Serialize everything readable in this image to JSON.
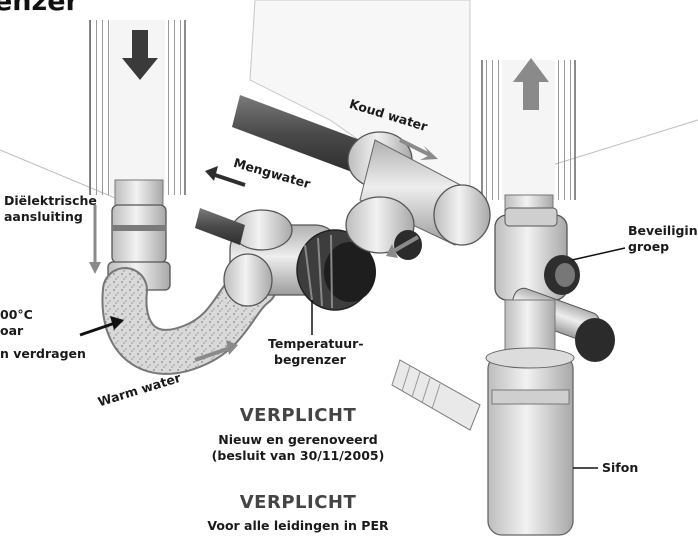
{
  "title": "enzer",
  "labels": {
    "koud_water": "Koud water",
    "mengwater": "Mengwater",
    "dielektrische_1": "Diëlektrische",
    "dielektrische_2": "aansluiting",
    "beveiligings_1": "Beveiligings-",
    "beveiligings_2": "groep",
    "left_1": "00°C",
    "left_2": "oar",
    "left_3": "n verdragen",
    "temp_1": "Temperatuur-",
    "temp_2": "begrenzer",
    "warm_water": "Warm water",
    "sifon": "Sifon"
  },
  "notes": {
    "verplicht_1": "VERPLICHT",
    "note_1a": "Nieuw en gerenoveerd",
    "note_1b": "(besluit van 30/11/2005)",
    "verplicht_2": "VERPLICHT",
    "note_2": "Voor alle leidingen in PER"
  },
  "colors": {
    "arrow_dark": "#3a3a3a",
    "arrow_grey": "#8a8a8a",
    "pipe_light": "#e6e6e6",
    "pipe_dark": "#5a5a5a",
    "valve_black": "#2b2b2b"
  }
}
